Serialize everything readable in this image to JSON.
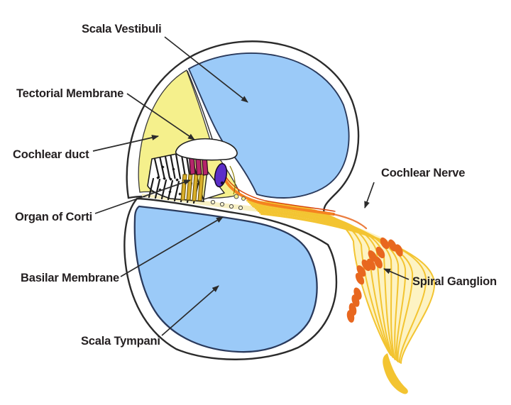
{
  "labels": {
    "scala_vestibuli": "Scala Vestibuli",
    "tectorial_membrane": "Tectorial Membrane",
    "cochlear_duct": "Cochlear duct",
    "organ_of_corti": "Organ of Corti",
    "basilar_membrane": "Basilar Membrane",
    "scala_tympani": "Scala Tympani",
    "cochlear_nerve": "Cochlear Nerve",
    "spiral_ganglion": "Spiral Ganglion"
  },
  "colors": {
    "background": "#FFFFFF",
    "fluid_blue": "#9BCAF8",
    "blue_outline": "#2A3A5C",
    "duct_yellow": "#F5F08C",
    "bone_outline": "#2B2B2B",
    "membrane_band": "#F7EFC2",
    "nerve_fiber_gold": "#F3C431",
    "nerve_fill_pale": "#FCF0B4",
    "ganglion_orange": "#E8671F",
    "hair_cell_magenta": "#B5256B",
    "inner_hair_cell_purple": "#5B2EC8",
    "afferent_fiber_orange": "#F58220",
    "support_cell_gold": "#D9AF2B",
    "label_text": "#231F20"
  }
}
